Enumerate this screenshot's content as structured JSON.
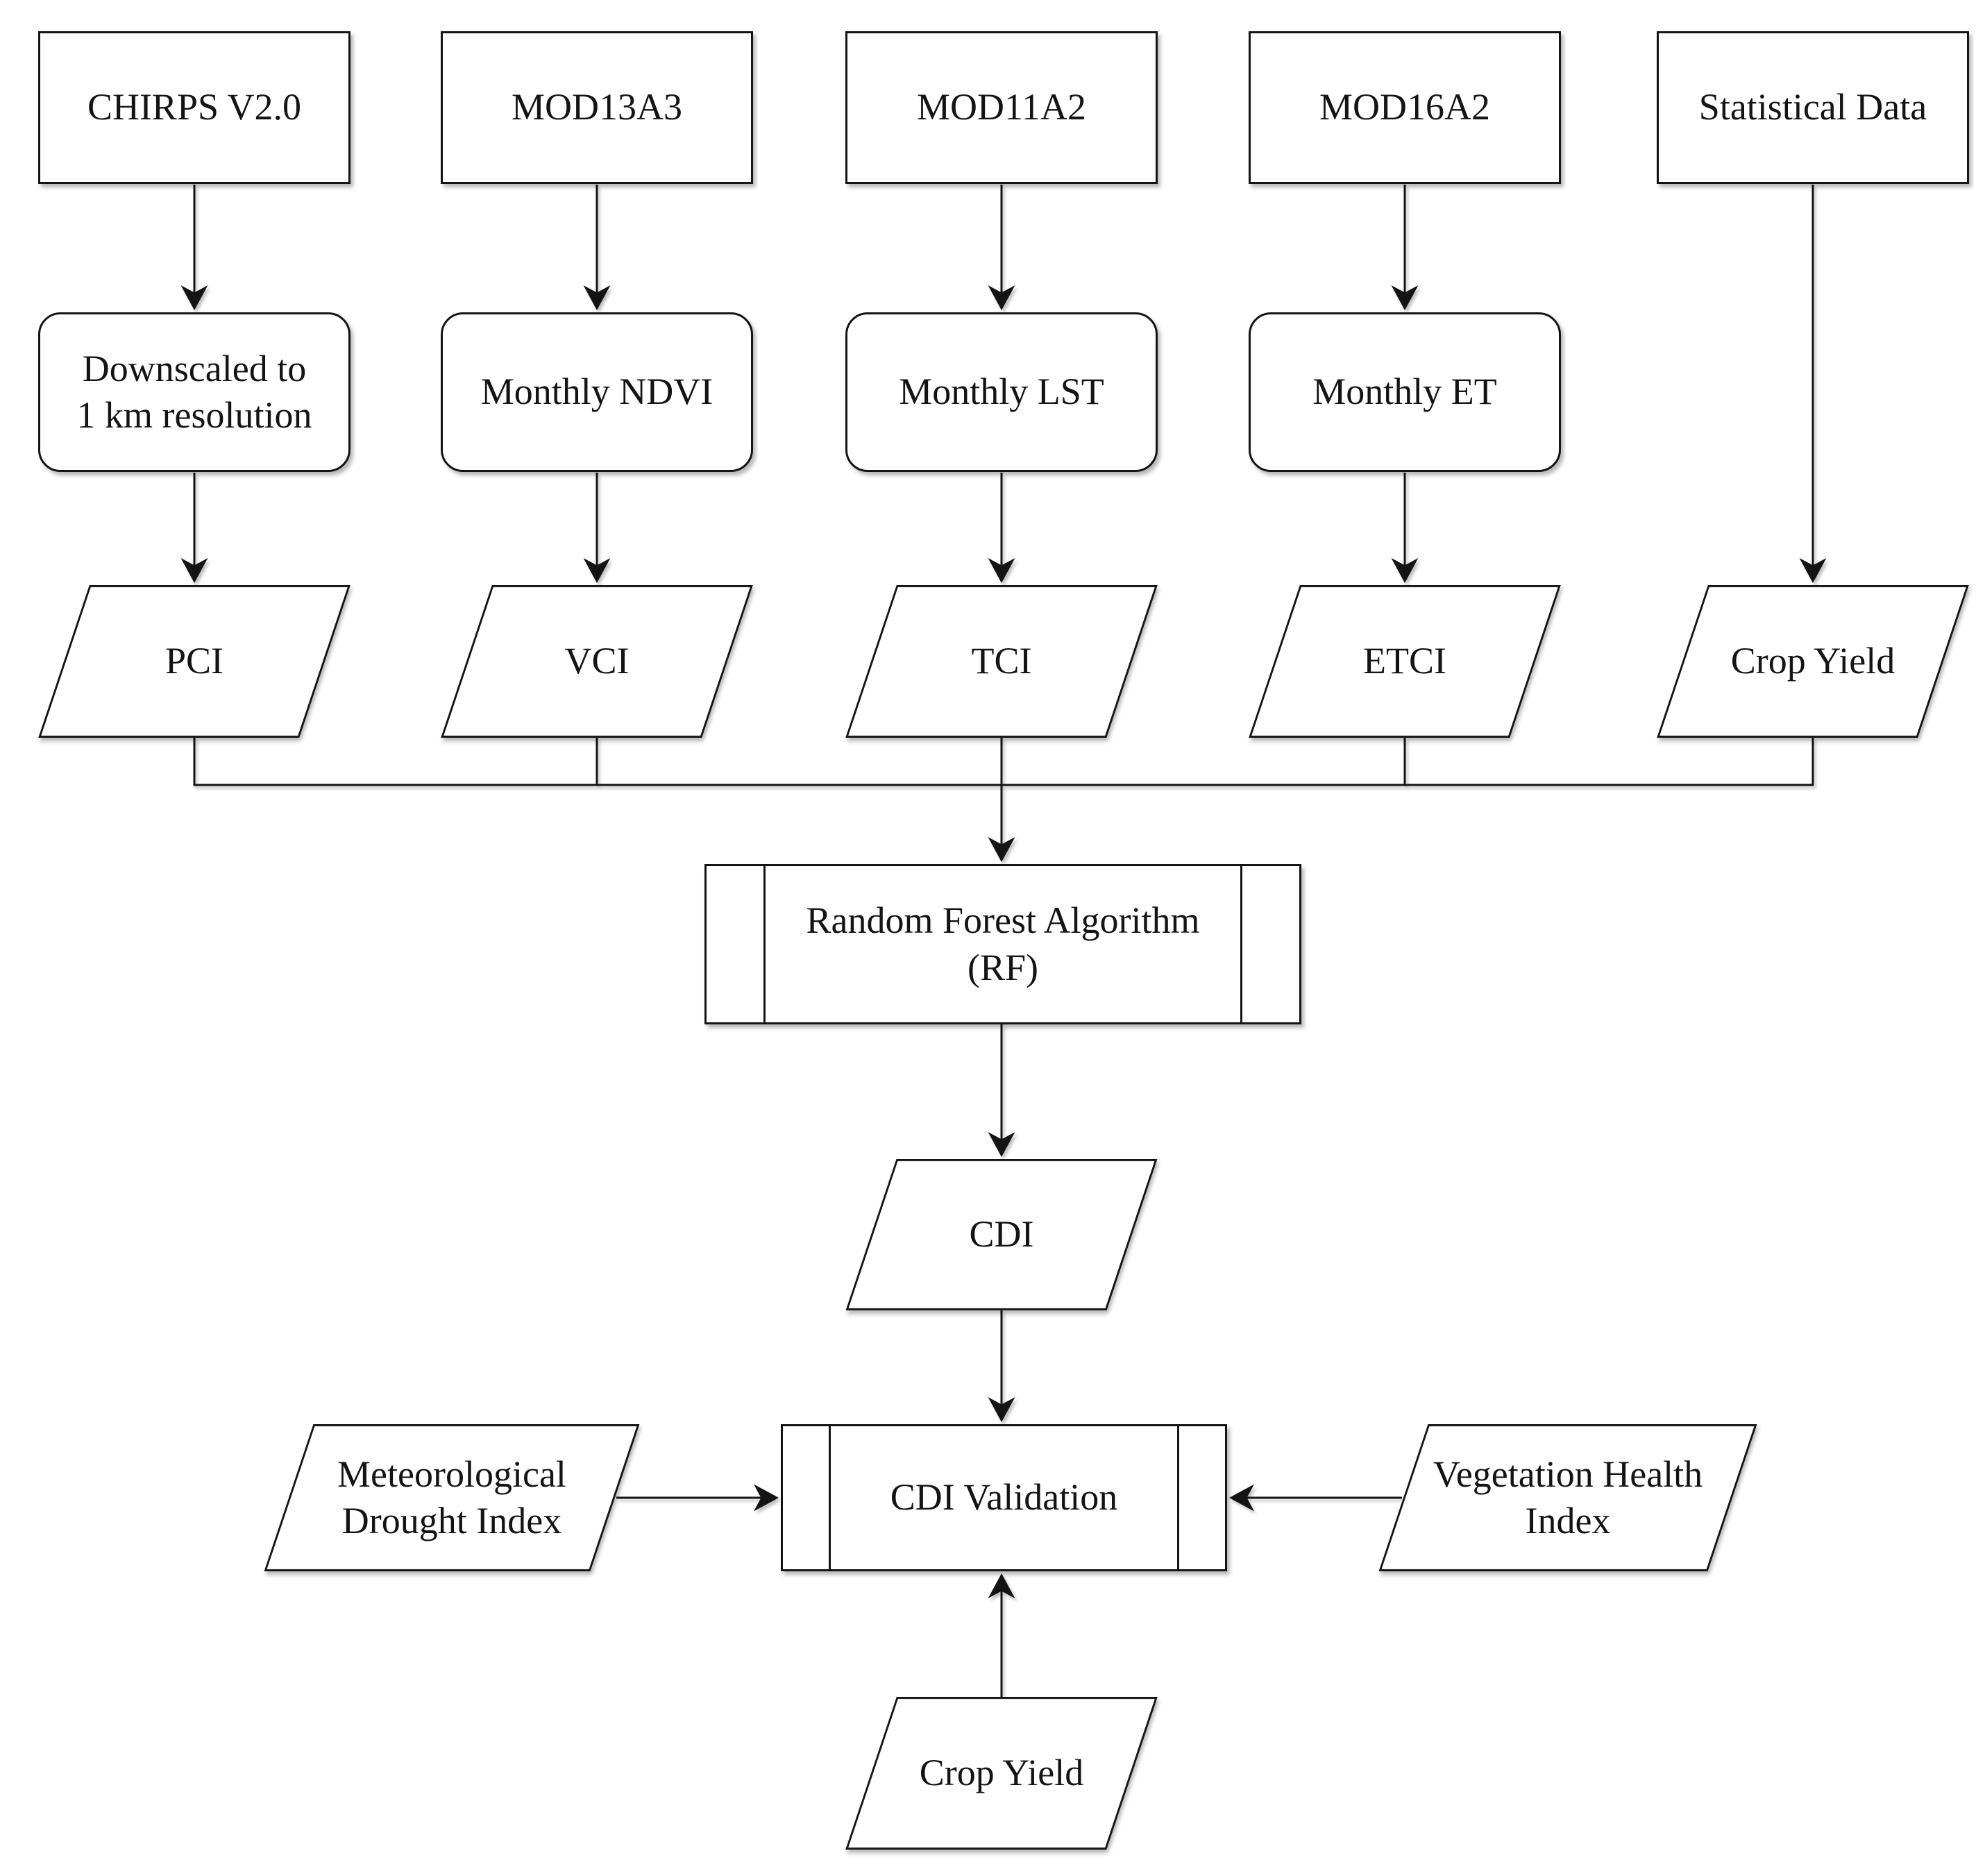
{
  "diagram": {
    "type": "flowchart",
    "colors": {
      "background": "#ffffff",
      "stroke": "#141414",
      "node_fill": "#ffffff",
      "shadow": "#b3b3b3"
    },
    "nodes": {
      "chirps": {
        "shape": "rectangle",
        "label": "CHIRPS V2.0"
      },
      "mod13a3": {
        "shape": "rectangle",
        "label": "MOD13A3"
      },
      "mod11a2": {
        "shape": "rectangle",
        "label": "MOD11A2"
      },
      "mod16a2": {
        "shape": "rectangle",
        "label": "MOD16A2"
      },
      "statistical": {
        "shape": "rectangle",
        "label": "Statistical Data"
      },
      "downscaled": {
        "shape": "rounded-rectangle",
        "label": "Downscaled to\n1 km resolution"
      },
      "monthly_ndvi": {
        "shape": "rounded-rectangle",
        "label": "Monthly NDVI"
      },
      "monthly_lst": {
        "shape": "rounded-rectangle",
        "label": "Monthly LST"
      },
      "monthly_et": {
        "shape": "rounded-rectangle",
        "label": "Monthly ET"
      },
      "pci": {
        "shape": "parallelogram",
        "label": "PCI"
      },
      "vci": {
        "shape": "parallelogram",
        "label": "VCI"
      },
      "tci": {
        "shape": "parallelogram",
        "label": "TCI"
      },
      "etci": {
        "shape": "parallelogram",
        "label": "ETCI"
      },
      "crop_yield_top": {
        "shape": "parallelogram",
        "label": "Crop Yield"
      },
      "rf": {
        "shape": "predefined-process",
        "label": "Random Forest Algorithm\n(RF)"
      },
      "cdi": {
        "shape": "parallelogram",
        "label": "CDI"
      },
      "mdi": {
        "shape": "parallelogram",
        "label": "Meteorological\nDrought Index"
      },
      "cdi_validation": {
        "shape": "predefined-process",
        "label": "CDI Validation"
      },
      "vhi": {
        "shape": "parallelogram",
        "label": "Vegetation Health\nIndex"
      },
      "crop_yield_bottom": {
        "shape": "parallelogram",
        "label": "Crop Yield"
      }
    },
    "edges": [
      {
        "from": "chirps",
        "to": "downscaled"
      },
      {
        "from": "mod13a3",
        "to": "monthly_ndvi"
      },
      {
        "from": "mod11a2",
        "to": "monthly_lst"
      },
      {
        "from": "mod16a2",
        "to": "monthly_et"
      },
      {
        "from": "statistical",
        "to": "crop_yield_top"
      },
      {
        "from": "downscaled",
        "to": "pci"
      },
      {
        "from": "monthly_ndvi",
        "to": "vci"
      },
      {
        "from": "monthly_lst",
        "to": "tci"
      },
      {
        "from": "monthly_et",
        "to": "etci"
      },
      {
        "from": "pci",
        "to": "rf"
      },
      {
        "from": "vci",
        "to": "rf"
      },
      {
        "from": "tci",
        "to": "rf"
      },
      {
        "from": "etci",
        "to": "rf"
      },
      {
        "from": "crop_yield_top",
        "to": "rf"
      },
      {
        "from": "rf",
        "to": "cdi"
      },
      {
        "from": "cdi",
        "to": "cdi_validation"
      },
      {
        "from": "mdi",
        "to": "cdi_validation"
      },
      {
        "from": "vhi",
        "to": "cdi_validation"
      },
      {
        "from": "crop_yield_bottom",
        "to": "cdi_validation"
      }
    ]
  }
}
